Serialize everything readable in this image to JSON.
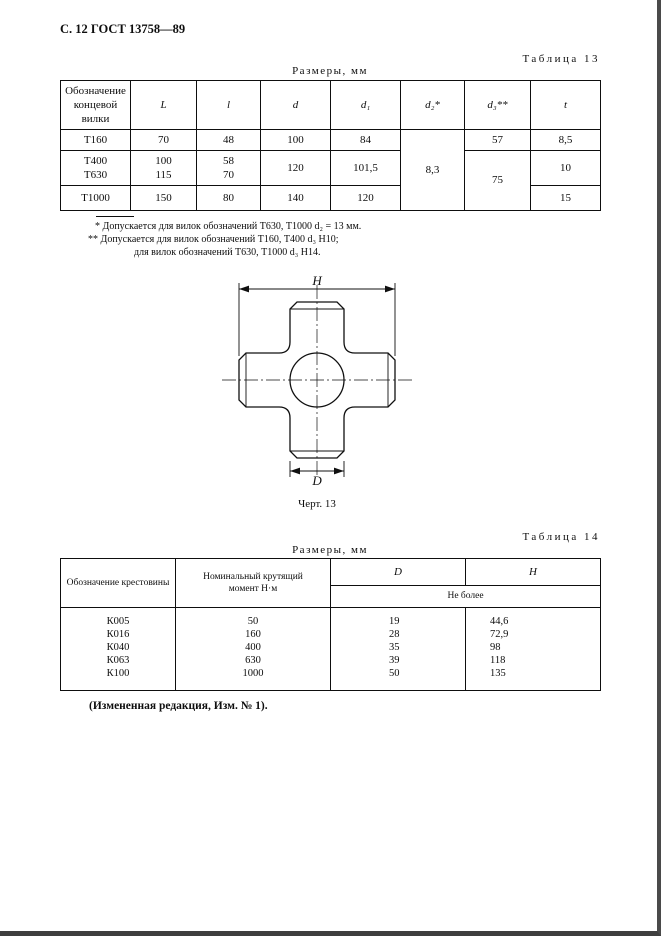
{
  "page": {
    "header": "С. 12 ГОСТ 13758—89",
    "amendment_note": "(Измененная редакция, Изм. № 1)."
  },
  "table13": {
    "label": "Таблица 13",
    "units_caption": "Размеры, мм",
    "columns": {
      "fork": "Обозначение\nконцевой\nвилки",
      "L": "L",
      "l": "l",
      "d": "d",
      "d1": "d₁",
      "d2": "d₂*",
      "d3": "d₃**",
      "t": "t"
    },
    "rows": [
      {
        "fork": "Т160",
        "L": "70",
        "l": "48",
        "d": "100",
        "d1": "84",
        "d2": "8,3",
        "d3": "57",
        "t": "8,5"
      },
      {
        "fork": "Т400\nТ630",
        "L": "100\n115",
        "l": "58\n70",
        "d": "120",
        "d1": "101,5",
        "d3": "75",
        "t": "10"
      },
      {
        "fork": "Т1000",
        "L": "150",
        "l": "80",
        "d": "140",
        "d1": "120",
        "t": "15"
      }
    ],
    "footnotes": [
      "* Допускается для вилок обозначений Т630, Т1000 d₂ = 13 мм.",
      "** Допускается для вилок обозначений Т160, Т400 d₃ Н10;",
      "для вилок обозначений Т630, Т1000 d₃ Н14."
    ]
  },
  "figure": {
    "caption": "Черт. 13",
    "width_label": "H",
    "diameter_label": "D"
  },
  "table14": {
    "label": "Таблица 14",
    "units_caption": "Размеры, мм",
    "columns": {
      "cross": "Обозначение крестовины",
      "torque": "Номинальный крутящий\nмомент Н·м",
      "D": "D",
      "H": "H"
    },
    "subheader": "Не более",
    "rows": [
      {
        "cross": "К005",
        "torque": "50",
        "D": "19",
        "H": "44,6"
      },
      {
        "cross": "К016",
        "torque": "160",
        "D": "28",
        "H": "72,9"
      },
      {
        "cross": "К040",
        "torque": "400",
        "D": "35",
        "H": "98"
      },
      {
        "cross": "К063",
        "torque": "630",
        "D": "39",
        "H": "118"
      },
      {
        "cross": "К100",
        "torque": "1000",
        "D": "50",
        "H": "135"
      }
    ]
  }
}
